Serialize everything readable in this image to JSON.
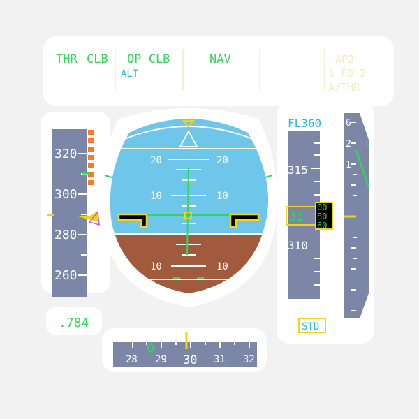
{
  "colors": {
    "green": "#33d65b",
    "cyan": "#29b6e8",
    "yellow": "#f2d21a",
    "white": "#ffffff",
    "tape": "#7c86a6",
    "sky": "#6fc6eb",
    "ground": "#a15a3c",
    "orange": "#ff7a1f",
    "magenta": "#c060e0"
  },
  "fma": {
    "thr_mode": "THR",
    "clb": "CLB",
    "op_clb": "OP CLB",
    "alt_armed": "ALT",
    "nav": "NAV",
    "ap": "AP2",
    "fd": "1 FD 2",
    "athr": "A/THR"
  },
  "speed": {
    "ticks": [
      "320",
      "300",
      "280",
      "260"
    ],
    "mach": ".784"
  },
  "attitude": {
    "pitch_up": [
      "20",
      "20",
      "10",
      "10"
    ],
    "pitch_down": [
      "10",
      "10"
    ]
  },
  "altitude": {
    "target": "FL360",
    "ticks": [
      "315",
      "310"
    ],
    "current_main": "31",
    "drum": [
      "00",
      "80",
      "60"
    ],
    "baro": "STD"
  },
  "vs": {
    "ticks_up": [
      "6",
      "2",
      "1"
    ],
    "value": "16"
  },
  "heading": {
    "ticks": [
      "28",
      "29",
      "30",
      "31",
      "32"
    ]
  }
}
